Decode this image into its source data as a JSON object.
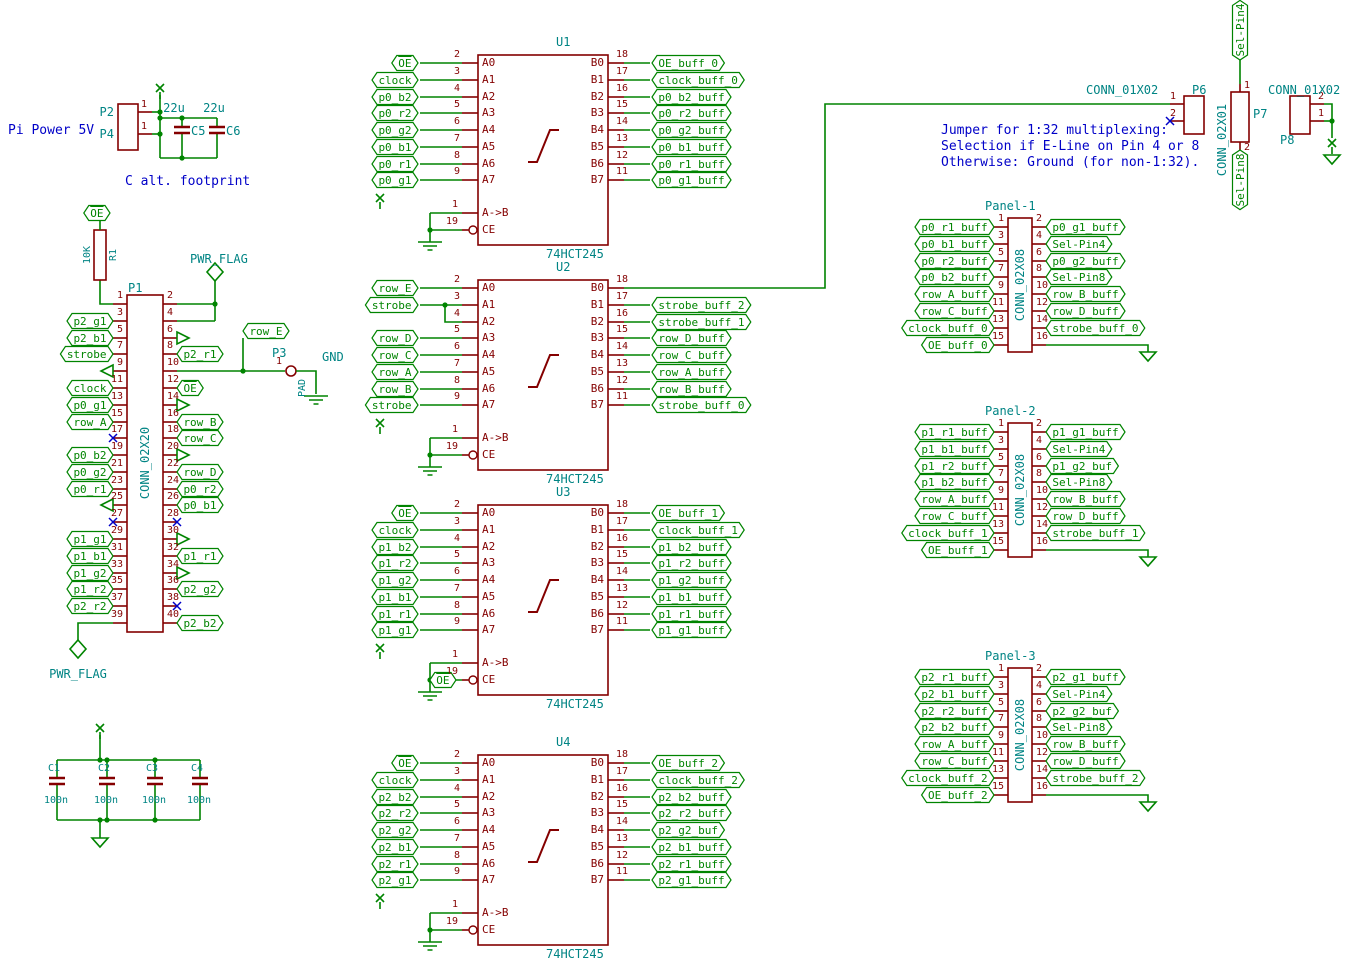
{
  "colors": {
    "component": "#840000",
    "wire": "#008400",
    "reference": "#008484",
    "note": "#0000c8",
    "no_connect": "#0000c8",
    "background": "#ffffff"
  },
  "notes": {
    "pi_power_title": "Pi Power 5V",
    "cap_footprint": "C alt. footprint",
    "jumper_lines": [
      "Jumper for 1:32 multiplexing:",
      "Selection if E-Line on Pin 4 or 8",
      "Otherwise: Ground (for non-1:32)."
    ]
  },
  "power_header": {
    "p2_ref": "P2",
    "p2_pin": "1",
    "p4_ref": "P4",
    "p4_pin": "1",
    "c5_ref": "C5",
    "c5_value": "22u",
    "c6_ref": "C6",
    "c6_value": "22u"
  },
  "pullup": {
    "ref": "R1",
    "value": "10K",
    "net": "OE"
  },
  "p1": {
    "ref": "P1",
    "part": "CONN_02X20",
    "pwr_flag": "PWR_FLAG",
    "row_e": "row_E",
    "p3_ref": "P3",
    "p3_pin": "1",
    "p3_value": "PAD",
    "gnd": "GND",
    "left": [
      {
        "num": "1",
        "type": "wire"
      },
      {
        "num": "3",
        "label": "p2_g1"
      },
      {
        "num": "5",
        "label": "p2_b1"
      },
      {
        "num": "7",
        "label": "strobe"
      },
      {
        "num": "9",
        "type": "gnd"
      },
      {
        "num": "11",
        "label": "clock"
      },
      {
        "num": "13",
        "label": "p0_g1"
      },
      {
        "num": "15",
        "label": "row_A"
      },
      {
        "num": "17",
        "type": "nc"
      },
      {
        "num": "19",
        "label": "p0_b2"
      },
      {
        "num": "21",
        "label": "p0_g2"
      },
      {
        "num": "23",
        "label": "p0_r1"
      },
      {
        "num": "25",
        "type": "gnd"
      },
      {
        "num": "27",
        "type": "nc"
      },
      {
        "num": "29",
        "label": "p1_g1"
      },
      {
        "num": "31",
        "label": "p1_b1"
      },
      {
        "num": "33",
        "label": "p1_g2"
      },
      {
        "num": "35",
        "label": "p1_r2"
      },
      {
        "num": "37",
        "label": "p2_r2"
      },
      {
        "num": "39",
        "type": "wire"
      }
    ],
    "right": [
      {
        "num": "2",
        "type": "wire"
      },
      {
        "num": "4",
        "type": "wire"
      },
      {
        "num": "6",
        "type": "gnd"
      },
      {
        "num": "8",
        "label": "p2_r1"
      },
      {
        "num": "10",
        "type": "wire"
      },
      {
        "num": "12",
        "label": "OE"
      },
      {
        "num": "14",
        "type": "gnd"
      },
      {
        "num": "16",
        "label": "row_B"
      },
      {
        "num": "18",
        "label": "row_C"
      },
      {
        "num": "20",
        "type": "gnd"
      },
      {
        "num": "22",
        "label": "row_D"
      },
      {
        "num": "24",
        "label": "p0_r2"
      },
      {
        "num": "26",
        "label": "p0_b1"
      },
      {
        "num": "28",
        "type": "nc"
      },
      {
        "num": "30",
        "type": "gnd"
      },
      {
        "num": "32",
        "label": "p1_r1"
      },
      {
        "num": "34",
        "type": "gnd"
      },
      {
        "num": "36",
        "label": "p2_g2"
      },
      {
        "num": "38",
        "type": "nc"
      },
      {
        "num": "40",
        "label": "p2_b2"
      }
    ]
  },
  "ic_common": {
    "left_nums": [
      "2",
      "3",
      "4",
      "5",
      "6",
      "7",
      "8",
      "9"
    ],
    "right_nums": [
      "18",
      "17",
      "16",
      "15",
      "14",
      "13",
      "12",
      "11"
    ],
    "left_names": [
      "A0",
      "A1",
      "A2",
      "A3",
      "A4",
      "A5",
      "A6",
      "A7"
    ],
    "right_names": [
      "B0",
      "B1",
      "B2",
      "B3",
      "B4",
      "B5",
      "B6",
      "B7"
    ],
    "dir_num": "1",
    "dir_name": "A->B",
    "ce_num": "19",
    "ce_name": "CE"
  },
  "ics": [
    {
      "ref": "U1",
      "value": "74HCT245",
      "inputs": [
        "OE",
        "clock",
        "p0_b2",
        "p0_r2",
        "p0_g2",
        "p0_b1",
        "p0_r1",
        "p0_g1"
      ],
      "outputs": [
        "OE_buff_0",
        "clock_buff_0",
        "p0_b2_buff",
        "p0_r2_buff",
        "p0_g2_buff",
        "p0_b1_buff",
        "p0_r1_buff",
        "p0_g1_buff"
      ]
    },
    {
      "ref": "U2",
      "value": "74HCT245",
      "inputs": [
        "row_E",
        "strobe",
        null,
        "row_D",
        "row_C",
        "row_A",
        "row_B",
        "strobe"
      ],
      "outputs": [
        null,
        "strobe_buff_2",
        "strobe_buff_1",
        "row_D_buff",
        "row_C_buff",
        "row_A_buff",
        "row_B_buff",
        "strobe_buff_0"
      ]
    },
    {
      "ref": "U3",
      "value": "74HCT245",
      "ce_net": "OE",
      "inputs": [
        "OE",
        "clock",
        "p1_b2",
        "p1_r2",
        "p1_g2",
        "p1_b1",
        "p1_r1",
        "p1_g1"
      ],
      "outputs": [
        "OE_buff_1",
        "clock_buff_1",
        "p1_b2_buff",
        "p1_r2_buff",
        "p1_g2_buff",
        "p1_b1_buff",
        "p1_r1_buff",
        "p1_g1_buff"
      ]
    },
    {
      "ref": "U4",
      "value": "74HCT245",
      "inputs": [
        "OE",
        "clock",
        "p2_b2",
        "p2_r2",
        "p2_g2",
        "p2_b1",
        "p2_r1",
        "p2_g1"
      ],
      "outputs": [
        "OE_buff_2",
        "clock_buff_2",
        "p2_b2_buff",
        "p2_r2_buff",
        "p2_g2_buf",
        "p2_b1_buff",
        "p2_r1_buff",
        "p2_g1_buff"
      ]
    }
  ],
  "jumper_block": {
    "sel_pin4": "Sel-Pin4",
    "sel_pin8": "Sel-Pin8",
    "p6_ref": "P6",
    "p6_part": "CONN_01X02",
    "p6_pins": [
      "1",
      "2"
    ],
    "p7_ref": "P7",
    "p7_part": "CONN_02X01",
    "p7_pins": [
      "1",
      "2"
    ],
    "p8_ref": "P8",
    "p8_part": "CONN_01X02",
    "p8_pins": [
      "2",
      "1"
    ]
  },
  "panels": [
    {
      "title": "Panel-1",
      "part": "CONN_02X08",
      "left_nums": [
        "1",
        "3",
        "5",
        "7",
        "9",
        "11",
        "13",
        "15"
      ],
      "right_nums": [
        "2",
        "4",
        "6",
        "8",
        "10",
        "12",
        "14",
        "16"
      ],
      "left": [
        "p0_r1_buff",
        "p0_b1_buff",
        "p0_r2_buff",
        "p0_b2_buff",
        "row_A_buff",
        "row_C_buff",
        "clock_buff_0",
        "OE_buff_0"
      ],
      "right": [
        "p0_g1_buff",
        "Sel-Pin4",
        "p0_g2_buff",
        "Sel-Pin8",
        "row_B_buff",
        "row_D_buff",
        "strobe_buff_0",
        null
      ]
    },
    {
      "title": "Panel-2",
      "part": "CONN_02X08",
      "left_nums": [
        "1",
        "3",
        "5",
        "7",
        "9",
        "11",
        "13",
        "15"
      ],
      "right_nums": [
        "2",
        "4",
        "6",
        "8",
        "10",
        "12",
        "14",
        "16"
      ],
      "left": [
        "p1_r1_buff",
        "p1_b1_buff",
        "p1_r2_buff",
        "p1_b2_buff",
        "row_A_buff",
        "row_C_buff",
        "clock_buff_1",
        "OE_buff_1"
      ],
      "right": [
        "p1_g1_buff",
        "Sel-Pin4",
        "p1_g2_buf",
        "Sel-Pin8",
        "row_B_buff",
        "row_D_buff",
        "strobe_buff_1",
        null
      ]
    },
    {
      "title": "Panel-3",
      "part": "CONN_02X08",
      "left_nums": [
        "1",
        "3",
        "5",
        "7",
        "9",
        "11",
        "13",
        "15"
      ],
      "right_nums": [
        "2",
        "4",
        "6",
        "8",
        "10",
        "12",
        "14",
        "16"
      ],
      "left": [
        "p2_r1_buff",
        "p2_b1_buff",
        "p2_r2_buff",
        "p2_b2_buff",
        "row_A_buff",
        "row_C_buff",
        "clock_buff_2",
        "OE_buff_2"
      ],
      "right": [
        "p2_g1_buff",
        "Sel-Pin4",
        "p2_g2_buf",
        "Sel-Pin8",
        "row_B_buff",
        "row_D_buff",
        "strobe_buff_2",
        null
      ]
    }
  ],
  "cap_bank": {
    "refs": [
      "C1",
      "C2",
      "C3",
      "C4"
    ],
    "value": "100n"
  }
}
